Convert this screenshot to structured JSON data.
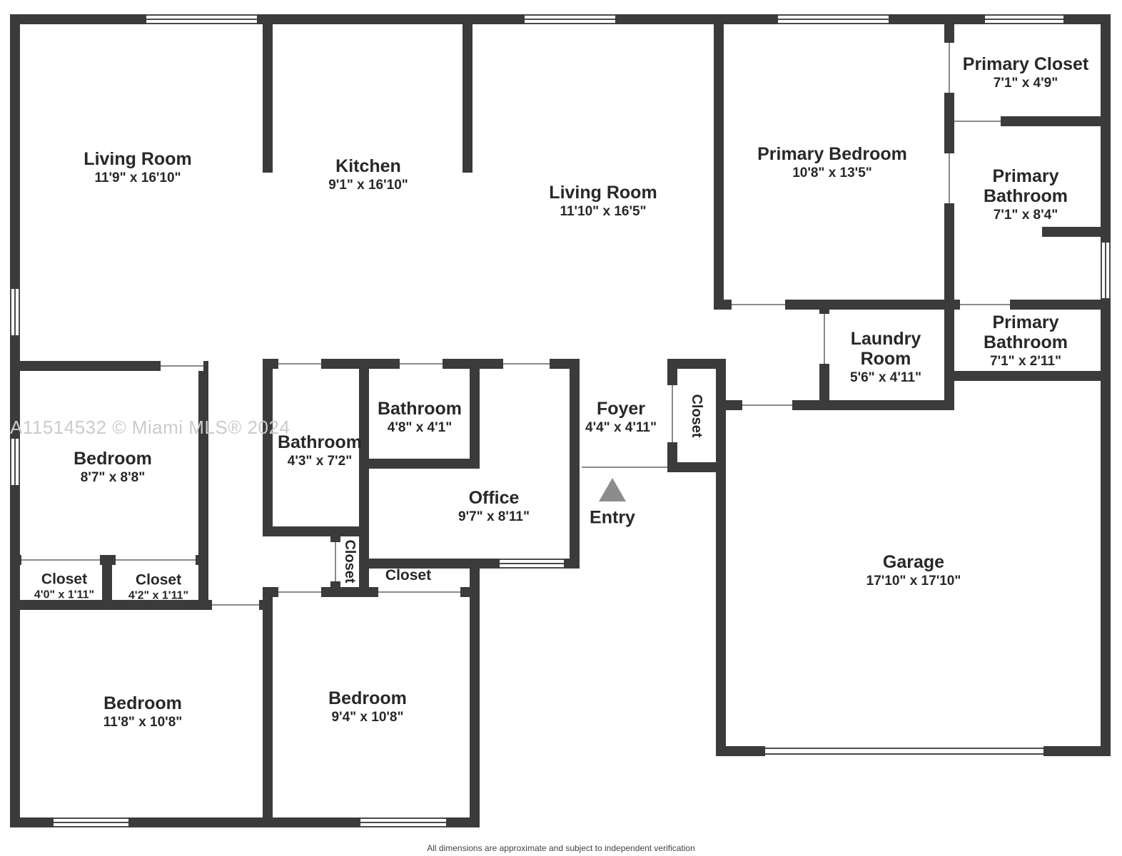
{
  "watermark": "A11514532 © Miami MLS® 2024",
  "footer": "All dimensions are approximate and subject to independent verification",
  "entry_label": "Entry",
  "colors": {
    "wall": "#3b3b3b",
    "door_line": "#8a8a8a",
    "window_line": "#4a4a4a",
    "entry_arrow": "#8c8c8c",
    "label_text": "#282828",
    "watermark_text": "#cbcbcb"
  },
  "rooms": {
    "living1": {
      "name": "Living Room",
      "dims": "11'9\" x 16'10\""
    },
    "kitchen": {
      "name": "Kitchen",
      "dims": "9'1\" x 16'10\""
    },
    "living2": {
      "name": "Living Room",
      "dims": "11'10\" x 16'5\""
    },
    "primary_bedroom": {
      "name": "Primary Bedroom",
      "dims": "10'8\" x 13'5\""
    },
    "primary_closet": {
      "name": "Primary Closet",
      "dims": "7'1\" x 4'9\""
    },
    "primary_bath1": {
      "name": "Primary Bathroom",
      "dims": "7'1\" x 8'4\""
    },
    "primary_bath2": {
      "name": "Primary Bathroom",
      "dims": "7'1\" x 2'11\""
    },
    "laundry": {
      "name": "Laundry Room",
      "dims": "5'6\" x 4'11\""
    },
    "foyer": {
      "name": "Foyer",
      "dims": "4'4\" x 4'11\""
    },
    "closet_foyer": {
      "name": "Closet"
    },
    "bath1": {
      "name": "Bathroom",
      "dims": "4'8\" x 4'1\""
    },
    "bath2": {
      "name": "Bathroom",
      "dims": "4'3\" x 7'2\""
    },
    "bedroom1": {
      "name": "Bedroom",
      "dims": "8'7\" x 8'8\""
    },
    "office": {
      "name": "Office",
      "dims": "9'7\" x 8'11\""
    },
    "closet1": {
      "name": "Closet",
      "dims": "4'0\" x 1'11\""
    },
    "closet2": {
      "name": "Closet",
      "dims": "4'2\" x 1'11\""
    },
    "closet_mid": {
      "name": "Closet"
    },
    "closet3": {
      "name": "Closet"
    },
    "bedroom2": {
      "name": "Bedroom",
      "dims": "11'8\" x 10'8\""
    },
    "bedroom3": {
      "name": "Bedroom",
      "dims": "9'4\" x 10'8\""
    },
    "garage": {
      "name": "Garage",
      "dims": "17'10\" x 17'10\""
    }
  }
}
